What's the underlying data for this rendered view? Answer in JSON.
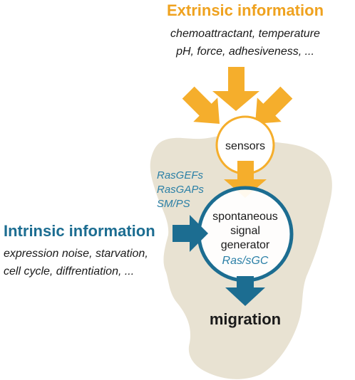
{
  "extrinsic": {
    "title": "Extrinsic information",
    "line1": "chemoattractant, temperature",
    "line2": "pH, force, adhesiveness, ..."
  },
  "sensors": {
    "label": "sensors"
  },
  "regulators": {
    "line1": "RasGEFs",
    "line2": "RasGAPs",
    "line3": "SM/PS"
  },
  "generator": {
    "line1": "spontaneous",
    "line2": "signal",
    "line3": "generator",
    "line4": "Ras/sGC"
  },
  "intrinsic": {
    "title": "Intrinsic information",
    "line1": "expression noise, starvation,",
    "line2": "cell cycle, diffrentiation, ..."
  },
  "output": {
    "label": "migration"
  },
  "colors": {
    "orange": "#F5AE2C",
    "orange_text": "#EFA21F",
    "teal": "#1C6D91",
    "teal_text": "#2A7FA6",
    "cell": "#E8E2D2",
    "dark": "#1a1a1a"
  }
}
